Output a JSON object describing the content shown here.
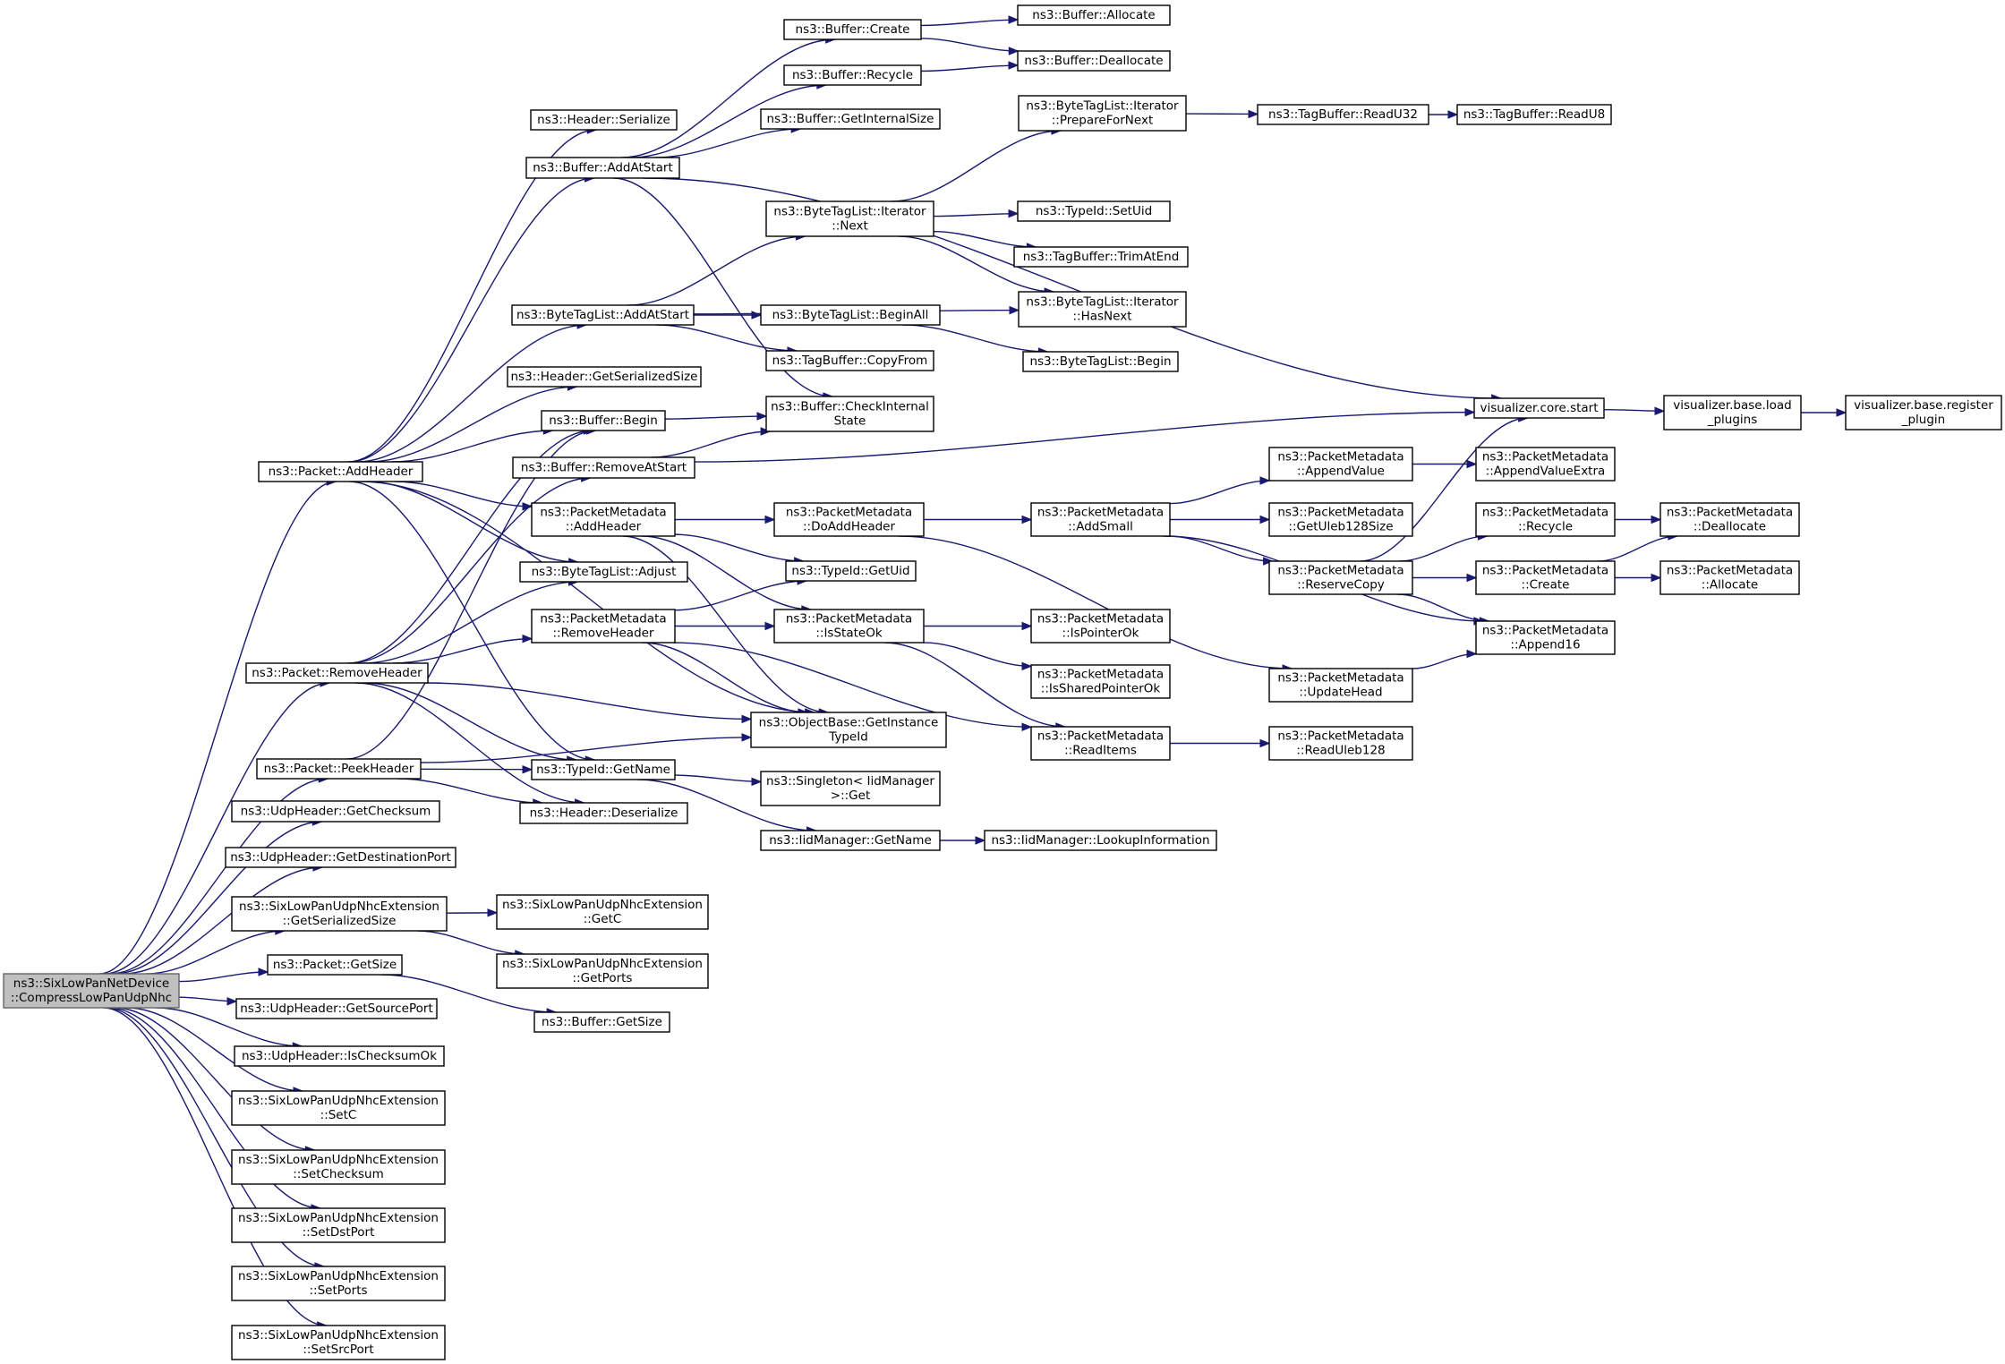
{
  "graph": {
    "root": "n0",
    "nodes": [
      {
        "id": "n0",
        "lines": [
          "ns3::SixLowPanNetDevice",
          "::CompressLowPanUdpNhc"
        ]
      },
      {
        "id": "n1",
        "lines": [
          "ns3::Packet::AddHeader"
        ]
      },
      {
        "id": "n2",
        "lines": [
          "ns3::Packet::RemoveHeader"
        ]
      },
      {
        "id": "n3",
        "lines": [
          "ns3::Packet::PeekHeader"
        ]
      },
      {
        "id": "n4",
        "lines": [
          "ns3::UdpHeader::GetChecksum"
        ]
      },
      {
        "id": "n5",
        "lines": [
          "ns3::UdpHeader::GetDestinationPort"
        ]
      },
      {
        "id": "n6",
        "lines": [
          "ns3::SixLowPanUdpNhcExtension",
          "::GetSerializedSize"
        ]
      },
      {
        "id": "n7",
        "lines": [
          "ns3::Packet::GetSize"
        ]
      },
      {
        "id": "n8",
        "lines": [
          "ns3::UdpHeader::GetSourcePort"
        ]
      },
      {
        "id": "n9",
        "lines": [
          "ns3::UdpHeader::IsChecksumOk"
        ]
      },
      {
        "id": "n10",
        "lines": [
          "ns3::SixLowPanUdpNhcExtension",
          "::SetC"
        ]
      },
      {
        "id": "n11",
        "lines": [
          "ns3::SixLowPanUdpNhcExtension",
          "::SetChecksum"
        ]
      },
      {
        "id": "n12",
        "lines": [
          "ns3::SixLowPanUdpNhcExtension",
          "::SetDstPort"
        ]
      },
      {
        "id": "n13",
        "lines": [
          "ns3::SixLowPanUdpNhcExtension",
          "::SetPorts"
        ]
      },
      {
        "id": "n14",
        "lines": [
          "ns3::SixLowPanUdpNhcExtension",
          "::SetSrcPort"
        ]
      },
      {
        "id": "n15",
        "lines": [
          "ns3::Header::Serialize"
        ]
      },
      {
        "id": "n16",
        "lines": [
          "ns3::Buffer::AddAtStart"
        ]
      },
      {
        "id": "n17",
        "lines": [
          "ns3::ByteTagList::AddAtStart"
        ]
      },
      {
        "id": "n18",
        "lines": [
          "ns3::Header::GetSerializedSize"
        ]
      },
      {
        "id": "n19",
        "lines": [
          "ns3::Buffer::Begin"
        ]
      },
      {
        "id": "n20",
        "lines": [
          "ns3::Buffer::RemoveAtStart"
        ]
      },
      {
        "id": "n21",
        "lines": [
          "ns3::PacketMetadata",
          "::AddHeader"
        ]
      },
      {
        "id": "n22",
        "lines": [
          "ns3::ByteTagList::Adjust"
        ]
      },
      {
        "id": "n23",
        "lines": [
          "ns3::PacketMetadata",
          "::RemoveHeader"
        ]
      },
      {
        "id": "n24",
        "lines": [
          "ns3::TypeId::GetName"
        ]
      },
      {
        "id": "n25",
        "lines": [
          "ns3::Header::Deserialize"
        ]
      },
      {
        "id": "n26",
        "lines": [
          "ns3::SixLowPanUdpNhcExtension",
          "::GetC"
        ]
      },
      {
        "id": "n27",
        "lines": [
          "ns3::SixLowPanUdpNhcExtension",
          "::GetPorts"
        ]
      },
      {
        "id": "n28",
        "lines": [
          "ns3::Buffer::GetSize"
        ]
      },
      {
        "id": "n29",
        "lines": [
          "ns3::Buffer::Create"
        ]
      },
      {
        "id": "n30",
        "lines": [
          "ns3::Buffer::Recycle"
        ]
      },
      {
        "id": "n31",
        "lines": [
          "ns3::Buffer::GetInternalSize"
        ]
      },
      {
        "id": "n32",
        "lines": [
          "ns3::ByteTagList::Iterator",
          "::Next"
        ]
      },
      {
        "id": "n33",
        "lines": [
          "ns3::ByteTagList::BeginAll"
        ]
      },
      {
        "id": "n34",
        "lines": [
          "ns3::TagBuffer::CopyFrom"
        ]
      },
      {
        "id": "n35",
        "lines": [
          "ns3::Buffer::CheckInternal",
          "State"
        ]
      },
      {
        "id": "n36",
        "lines": [
          "ns3::PacketMetadata",
          "::DoAddHeader"
        ]
      },
      {
        "id": "n37",
        "lines": [
          "ns3::TypeId::GetUid"
        ]
      },
      {
        "id": "n38",
        "lines": [
          "ns3::PacketMetadata",
          "::IsStateOk"
        ]
      },
      {
        "id": "n39",
        "lines": [
          "ns3::ObjectBase::GetInstance",
          "TypeId"
        ]
      },
      {
        "id": "n40",
        "lines": [
          "ns3::Singleton< IidManager",
          " >::Get"
        ]
      },
      {
        "id": "n41",
        "lines": [
          "ns3::IidManager::GetName"
        ]
      },
      {
        "id": "n42",
        "lines": [
          "ns3::Buffer::Allocate"
        ]
      },
      {
        "id": "n43",
        "lines": [
          "ns3::Buffer::Deallocate"
        ]
      },
      {
        "id": "n44",
        "lines": [
          "ns3::ByteTagList::Iterator",
          "::PrepareForNext"
        ]
      },
      {
        "id": "n45",
        "lines": [
          "ns3::TypeId::SetUid"
        ]
      },
      {
        "id": "n46",
        "lines": [
          "ns3::TagBuffer::TrimAtEnd"
        ]
      },
      {
        "id": "n47",
        "lines": [
          "ns3::ByteTagList::Iterator",
          "::HasNext"
        ]
      },
      {
        "id": "n48",
        "lines": [
          "ns3::ByteTagList::Begin"
        ]
      },
      {
        "id": "n49",
        "lines": [
          "ns3::PacketMetadata",
          "::AddSmall"
        ]
      },
      {
        "id": "n50",
        "lines": [
          "ns3::PacketMetadata",
          "::IsPointerOk"
        ]
      },
      {
        "id": "n51",
        "lines": [
          "ns3::PacketMetadata",
          "::IsSharedPointerOk"
        ]
      },
      {
        "id": "n52",
        "lines": [
          "ns3::PacketMetadata",
          "::ReadItems"
        ]
      },
      {
        "id": "n53",
        "lines": [
          "ns3::IidManager::LookupInformation"
        ]
      },
      {
        "id": "n54",
        "lines": [
          "ns3::TagBuffer::ReadU32"
        ]
      },
      {
        "id": "n55",
        "lines": [
          "ns3::TagBuffer::ReadU8"
        ]
      },
      {
        "id": "n56",
        "lines": [
          "visualizer.core.start"
        ]
      },
      {
        "id": "n57",
        "lines": [
          "ns3::PacketMetadata",
          "::AppendValue"
        ]
      },
      {
        "id": "n58",
        "lines": [
          "ns3::PacketMetadata",
          "::GetUleb128Size"
        ]
      },
      {
        "id": "n59",
        "lines": [
          "ns3::PacketMetadata",
          "::ReserveCopy"
        ]
      },
      {
        "id": "n60",
        "lines": [
          "ns3::PacketMetadata",
          "::UpdateHead"
        ]
      },
      {
        "id": "n61",
        "lines": [
          "ns3::PacketMetadata",
          "::ReadUleb128"
        ]
      },
      {
        "id": "n62",
        "lines": [
          "visualizer.base.load",
          "_plugins"
        ]
      },
      {
        "id": "n63",
        "lines": [
          "ns3::PacketMetadata",
          "::AppendValueExtra"
        ]
      },
      {
        "id": "n64",
        "lines": [
          "ns3::PacketMetadata",
          "::Recycle"
        ]
      },
      {
        "id": "n65",
        "lines": [
          "ns3::PacketMetadata",
          "::Create"
        ]
      },
      {
        "id": "n66",
        "lines": [
          "ns3::PacketMetadata",
          "::Append16"
        ]
      },
      {
        "id": "n67",
        "lines": [
          "visualizer.base.register",
          "_plugin"
        ]
      },
      {
        "id": "n68",
        "lines": [
          "ns3::PacketMetadata",
          "::Deallocate"
        ]
      },
      {
        "id": "n69",
        "lines": [
          "ns3::PacketMetadata",
          "::Allocate"
        ]
      }
    ],
    "edges": [
      [
        "n0",
        "n1"
      ],
      [
        "n0",
        "n2"
      ],
      [
        "n0",
        "n3"
      ],
      [
        "n0",
        "n4"
      ],
      [
        "n0",
        "n5"
      ],
      [
        "n0",
        "n6"
      ],
      [
        "n0",
        "n7"
      ],
      [
        "n0",
        "n8"
      ],
      [
        "n0",
        "n9"
      ],
      [
        "n0",
        "n10"
      ],
      [
        "n0",
        "n11"
      ],
      [
        "n0",
        "n12"
      ],
      [
        "n0",
        "n13"
      ],
      [
        "n0",
        "n14"
      ],
      [
        "n1",
        "n15"
      ],
      [
        "n1",
        "n16"
      ],
      [
        "n1",
        "n17"
      ],
      [
        "n1",
        "n18"
      ],
      [
        "n1",
        "n19"
      ],
      [
        "n1",
        "n21"
      ],
      [
        "n1",
        "n22"
      ],
      [
        "n1",
        "n24"
      ],
      [
        "n1",
        "n39"
      ],
      [
        "n2",
        "n19"
      ],
      [
        "n2",
        "n20"
      ],
      [
        "n2",
        "n22"
      ],
      [
        "n2",
        "n23"
      ],
      [
        "n2",
        "n24"
      ],
      [
        "n2",
        "n25"
      ],
      [
        "n2",
        "n39"
      ],
      [
        "n3",
        "n19"
      ],
      [
        "n3",
        "n24"
      ],
      [
        "n3",
        "n25"
      ],
      [
        "n3",
        "n39"
      ],
      [
        "n6",
        "n26"
      ],
      [
        "n6",
        "n27"
      ],
      [
        "n7",
        "n28"
      ],
      [
        "n16",
        "n29"
      ],
      [
        "n16",
        "n30"
      ],
      [
        "n16",
        "n31"
      ],
      [
        "n16",
        "n35"
      ],
      [
        "n16",
        "n56"
      ],
      [
        "n17",
        "n32"
      ],
      [
        "n17",
        "n33"
      ],
      [
        "n17",
        "n34"
      ],
      [
        "n17",
        "n47"
      ],
      [
        "n19",
        "n35"
      ],
      [
        "n20",
        "n35"
      ],
      [
        "n20",
        "n56"
      ],
      [
        "n21",
        "n36"
      ],
      [
        "n21",
        "n37"
      ],
      [
        "n21",
        "n38"
      ],
      [
        "n21",
        "n39"
      ],
      [
        "n23",
        "n37"
      ],
      [
        "n23",
        "n38"
      ],
      [
        "n23",
        "n39"
      ],
      [
        "n23",
        "n52"
      ],
      [
        "n24",
        "n40"
      ],
      [
        "n24",
        "n41"
      ],
      [
        "n29",
        "n42"
      ],
      [
        "n29",
        "n43"
      ],
      [
        "n30",
        "n43"
      ],
      [
        "n32",
        "n44"
      ],
      [
        "n32",
        "n45"
      ],
      [
        "n32",
        "n46"
      ],
      [
        "n32",
        "n47"
      ],
      [
        "n33",
        "n48"
      ],
      [
        "n36",
        "n49"
      ],
      [
        "n36",
        "n60"
      ],
      [
        "n38",
        "n50"
      ],
      [
        "n38",
        "n51"
      ],
      [
        "n38",
        "n52"
      ],
      [
        "n41",
        "n53"
      ],
      [
        "n44",
        "n54"
      ],
      [
        "n49",
        "n57"
      ],
      [
        "n49",
        "n58"
      ],
      [
        "n49",
        "n59"
      ],
      [
        "n49",
        "n66"
      ],
      [
        "n52",
        "n61"
      ],
      [
        "n54",
        "n55"
      ],
      [
        "n56",
        "n62"
      ],
      [
        "n57",
        "n63"
      ],
      [
        "n59",
        "n56"
      ],
      [
        "n59",
        "n64"
      ],
      [
        "n59",
        "n65"
      ],
      [
        "n59",
        "n66"
      ],
      [
        "n60",
        "n66"
      ],
      [
        "n62",
        "n67"
      ],
      [
        "n64",
        "n68"
      ],
      [
        "n65",
        "n68"
      ],
      [
        "n65",
        "n69"
      ]
    ]
  }
}
